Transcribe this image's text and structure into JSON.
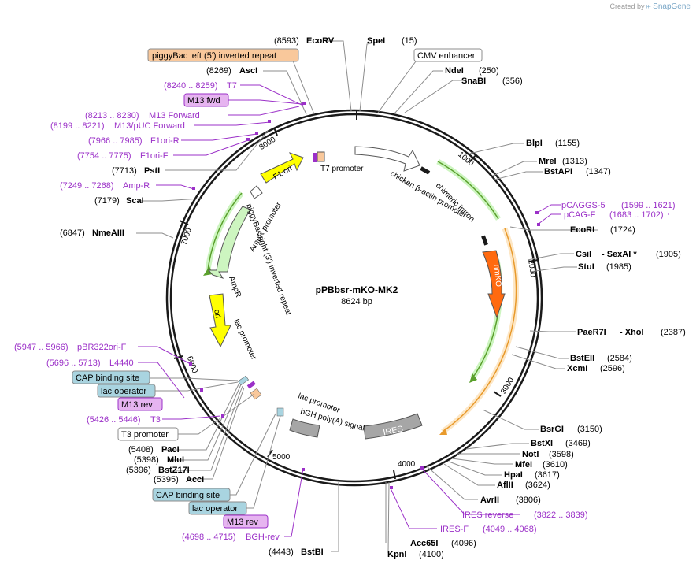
{
  "credit": {
    "prefix": "Created by",
    "brand": "SnapGene"
  },
  "plasmid": {
    "name": "pPBbsr-mKO-MK2",
    "length_label": "8624 bp"
  },
  "ruler": [
    "1000",
    "2000",
    "3000",
    "4000",
    "5000",
    "6000",
    "7000",
    "8000"
  ],
  "sites": {
    "ecorv": {
      "pos": "(8593)",
      "name": "EcoRV"
    },
    "spei": {
      "name": "SpeI",
      "pos": "(15)"
    },
    "ndei": {
      "name": "NdeI",
      "pos": "(250)"
    },
    "snabi": {
      "name": "SnaBI",
      "pos": "(356)"
    },
    "asci": {
      "pos": "(8269)",
      "name": "AscI"
    },
    "psti": {
      "pos": "(7713)",
      "name": "PstI"
    },
    "scai": {
      "pos": "(7179)",
      "name": "ScaI"
    },
    "nmeaiii": {
      "pos": "(6847)",
      "name": "NmeAIII"
    },
    "blpi": {
      "name": "BlpI",
      "pos": "(1155)"
    },
    "mrei": {
      "name": "MreI",
      "pos": "(1313)"
    },
    "bstapi": {
      "name": "BstAPI",
      "pos": "(1347)"
    },
    "ecori": {
      "name": "EcoRI",
      "pos": "(1724)"
    },
    "csii": {
      "name": "CsiI",
      "mid": "- SexAI *",
      "pos": "(1905)"
    },
    "stui": {
      "name": "StuI",
      "pos": "(1985)"
    },
    "paer7i": {
      "name": "PaeR7I",
      "mid": "- XhoI",
      "pos": "(2387)"
    },
    "bsteii": {
      "name": "BstEII",
      "pos": "(2584)"
    },
    "xcmi": {
      "name": "XcmI",
      "pos": "(2596)"
    },
    "bsrgi": {
      "name": "BsrGI",
      "pos": "(3150)"
    },
    "bstxi": {
      "name": "BstXI",
      "pos": "(3469)"
    },
    "noti": {
      "name": "NotI",
      "pos": "(3598)"
    },
    "mfei": {
      "name": "MfeI",
      "pos": "(3610)"
    },
    "hpai": {
      "name": "HpaI",
      "pos": "(3617)"
    },
    "aflii": {
      "name": "AflII",
      "pos": "(3624)"
    },
    "avrii": {
      "name": "AvrII",
      "pos": "(3806)"
    },
    "acc65i": {
      "name": "Acc65I",
      "pos": "(4096)"
    },
    "kpni": {
      "name": "KpnI",
      "pos": "(4100)"
    },
    "bstbi": {
      "pos": "(4443)",
      "name": "BstBI"
    },
    "paci": {
      "pos": "(5408)",
      "name": "PacI"
    },
    "mlui": {
      "pos": "(5398)",
      "name": "MluI"
    },
    "bstz17i": {
      "pos": "(5396)",
      "name": "BstZ17I"
    },
    "acci": {
      "pos": "(5395)",
      "name": "AccI"
    }
  },
  "primers": {
    "t7": {
      "range": "(8240 .. 8259)",
      "name": "T7"
    },
    "m13fwd": {
      "name": "M13 fwd"
    },
    "m13forward": {
      "range": "(8213 .. 8230)",
      "name": "M13 Forward"
    },
    "m13puc": {
      "range": "(8199 .. 8221)",
      "name": "M13/pUC Forward"
    },
    "f1orir": {
      "range": "(7966 .. 7985)",
      "name": "F1ori-R"
    },
    "f1orif": {
      "range": "(7754 .. 7775)",
      "name": "F1ori-F"
    },
    "ampr": {
      "range": "(7249 .. 7268)",
      "name": "Amp-R"
    },
    "pcaggs5": {
      "name": "pCAGGS-5",
      "range": "(1599 .. 1621)"
    },
    "pcagf": {
      "name": "pCAG-F",
      "range": "(1683 .. 1702)"
    },
    "iresrev": {
      "name": "IRES reverse",
      "range": "(3822 .. 3839)"
    },
    "iresf": {
      "name": "IRES-F",
      "range": "(4049 .. 4068)"
    },
    "bghrev": {
      "range": "(4698 .. 4715)",
      "name": "BGH-rev"
    },
    "pbr322": {
      "range": "(5947 .. 5966)",
      "name": "pBR322ori-F"
    },
    "l4440": {
      "range": "(5696 .. 5713)",
      "name": "L4440"
    },
    "m13rev": {
      "name": "M13 rev"
    },
    "t3": {
      "range": "(5426 .. 5446)",
      "name": "T3"
    },
    "m13rev2": {
      "name": "M13 rev"
    }
  },
  "boxes": {
    "piggybac_left": "piggyBac left (5') inverted repeat",
    "cmv": "CMV enhancer",
    "cap1": "CAP binding site",
    "lacop1": "lac operator",
    "t3prom": "T3 promoter",
    "cap2": "CAP binding site",
    "lacop2": "lac operator"
  },
  "features": {
    "f1ori": "F1 ori",
    "ampr_promoter": "AmpR promoter",
    "ampr": "AmpR",
    "ori": "ori",
    "piggybac_right": "piggyBac right (3') inverted repeat",
    "lac_promoter_inner": "lac promoter",
    "t7_promoter": "T7 promoter",
    "chicken_actin": "chicken β-actin promoter",
    "chimeric_intron": "chimeric intron",
    "hmko": "hmKO",
    "ires": "IRES",
    "bgh": "bGH poly(A) signal",
    "lac_promoter_lower": "lac promoter"
  },
  "colors": {
    "primer": "#9b30c8",
    "primer_fill": "#e6b4f0",
    "feature_box": "#a9d4e0",
    "orange_box": "#f9c89b",
    "site_line": "#8c8c8c",
    "backbone": "#1a1a1a",
    "ori_yellow": "#ffff00",
    "hmko_orange": "#ff6a10",
    "ires_gray": "#a6a6a6",
    "amp_green": "#cdf5c0",
    "orf_green": "#5aa02c",
    "orf_orange": "#e89a2c"
  }
}
